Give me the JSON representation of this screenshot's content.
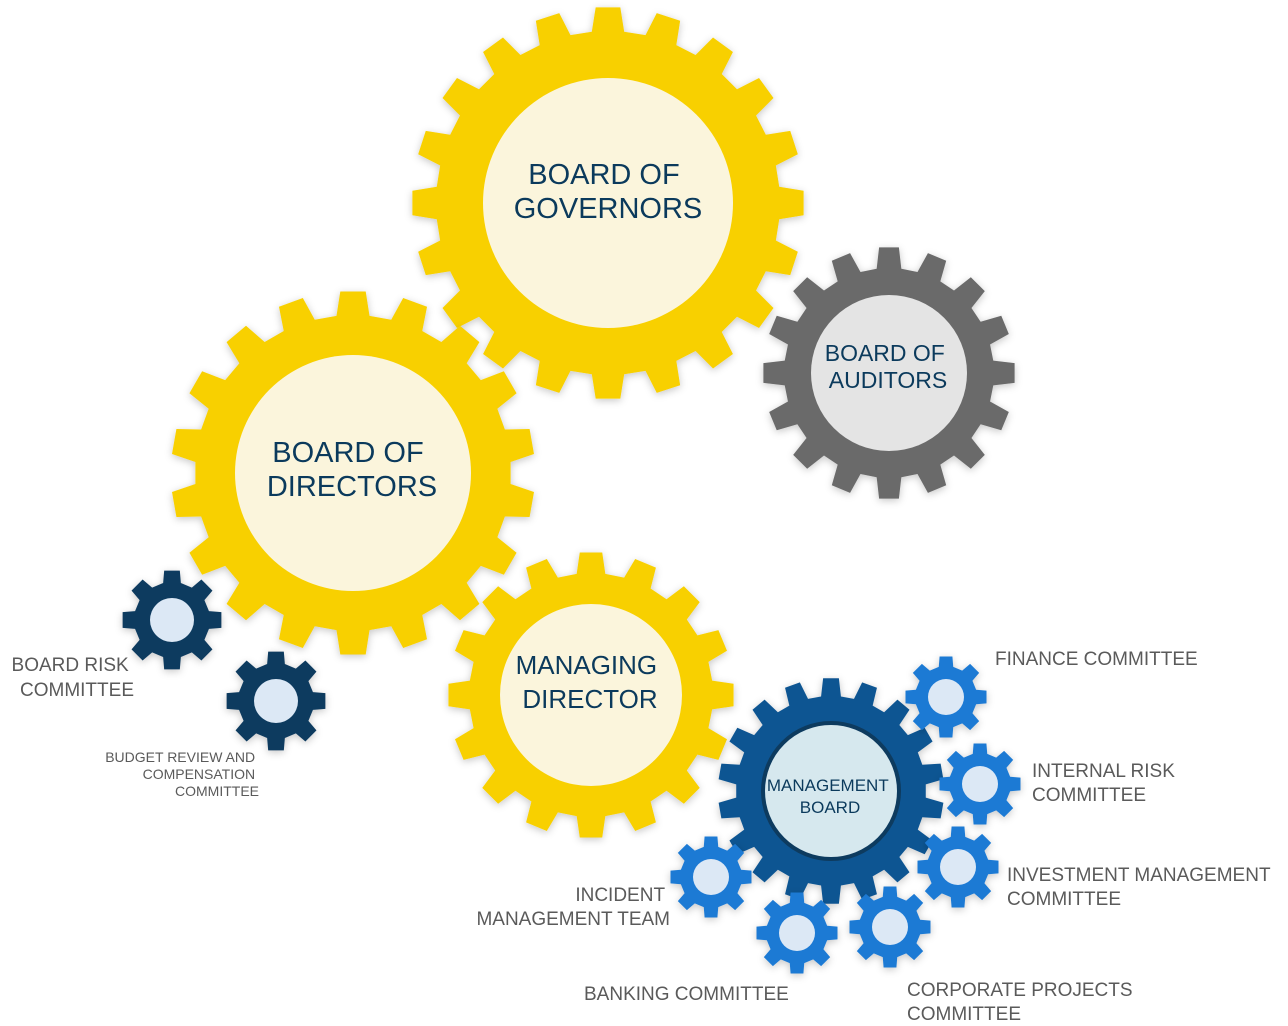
{
  "gears": {
    "governors": {
      "line1": "BOARD OF",
      "line2": "GOVERNORS"
    },
    "auditors": {
      "line1": "BOARD OF",
      "line2": "AUDITORS"
    },
    "directors": {
      "line1": "BOARD OF",
      "line2": "DIRECTORS"
    },
    "managing_director": {
      "line1": "MANAGING",
      "line2": "DIRECTOR"
    },
    "management_board": {
      "line1": "MANAGEMENT",
      "line2": "BOARD"
    }
  },
  "committees": {
    "board_risk": {
      "line1": "BOARD RISK",
      "line2": "COMMITTEE"
    },
    "budget_review": {
      "line1": "BUDGET REVIEW AND",
      "line2": "COMPENSATION",
      "line3": "COMMITTEE"
    },
    "finance": {
      "line1": "FINANCE COMMITTEE"
    },
    "internal_risk": {
      "line1": "INTERNAL RISK",
      "line2": "COMMITTEE"
    },
    "investment_management": {
      "line1": "INVESTMENT MANAGEMENT",
      "line2": "COMMITTEE"
    },
    "incident_management": {
      "line1": "INCIDENT",
      "line2": "MANAGEMENT TEAM"
    },
    "banking": {
      "line1": "BANKING COMMITTEE"
    },
    "corporate_projects": {
      "line1": "CORPORATE PROJECTS",
      "line2": "COMMITTEE"
    }
  },
  "colors": {
    "gold": "#f8d000",
    "gold_center": "#fbf5dc",
    "gray": "#6a6a6a",
    "gray_center": "#e4e4e4",
    "navy": "#0e3a5e",
    "dark_blue": "#0f5592",
    "medium_blue": "#1f7ad4",
    "light_center": "#dce8f5",
    "mb_center": "#d6e8ee",
    "text_dark": "#0b3a5c",
    "text_gray": "#5a5a5a"
  }
}
